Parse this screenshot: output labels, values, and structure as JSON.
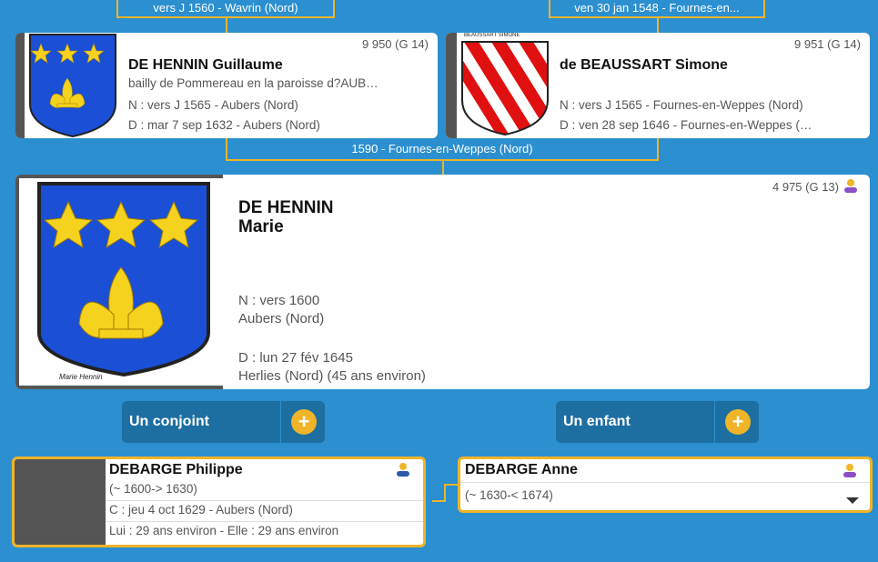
{
  "top_labels": {
    "father_parents_marriage": "vers J 1560 - Wavrin (Nord)",
    "mother_parents_marriage": "ven 30 jan 1548 - Fournes-en..."
  },
  "father": {
    "sosa": "9 950 (G 14)",
    "name": "DE HENNIN Guillaume",
    "occupation": "bailly de Pommereau en la paroisse d?AUB…",
    "birth": "N : vers J 1565 - Aubers (Nord)",
    "death": "D : mar 7 sep 1632 - Aubers (Nord)"
  },
  "mother": {
    "sosa": "9 951 (G 14)",
    "name": "de BEAUSSART Simone",
    "birth": "N : vers J 1565 - Fournes-en-Weppes (Nord)",
    "death": "D : ven 28 sep 1646 - Fournes-en-Weppes (…",
    "crest_text": "BEAUSSART SIMONE"
  },
  "parents_marriage": "1590 - Fournes-en-Weppes (Nord)",
  "main": {
    "sosa": "4 975 (G 13)",
    "surname": "DE HENNIN",
    "given": "Marie",
    "birth_date": "N : vers 1600",
    "birth_place": "Aubers (Nord)",
    "death_date": "D : lun 27 fév 1645",
    "death_place": "Herlies (Nord) (45 ans environ)",
    "crest_caption": "Marie Hennin"
  },
  "actions": {
    "spouse_label": "Un conjoint",
    "child_label": "Un enfant",
    "plus_glyph": "+"
  },
  "spouse": {
    "name": "DEBARGE Philippe",
    "dates": "(~ 1600-> 1630)",
    "marriage": "C : jeu 4 oct 1629 - Aubers (Nord)",
    "ages": "Lui : 29 ans environ - Elle : 29 ans environ"
  },
  "child": {
    "name": "DEBARGE Anne",
    "dates": "(~ 1630-< 1674)"
  },
  "colors": {
    "background": "#2b8fd0",
    "accent": "#f0b428",
    "button": "#1e6fa1",
    "shield_blue": "#1a4fd6",
    "shield_gold": "#f5d21e",
    "stripe_red": "#e01010"
  }
}
